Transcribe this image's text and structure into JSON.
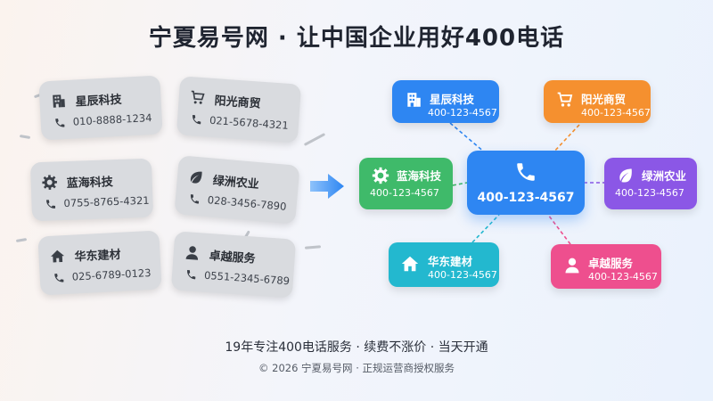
{
  "title": "宁夏易号网 · 让中国企业用好400电话",
  "left_cards": [
    {
      "name": "星辰科技",
      "phone": "010-8888-1234",
      "icon": "building-icon"
    },
    {
      "name": "阳光商贸",
      "phone": "021-5678-4321",
      "icon": "cart-icon"
    },
    {
      "name": "蓝海科技",
      "phone": "0755-8765-4321",
      "icon": "gear-icon"
    },
    {
      "name": "绿洲农业",
      "phone": "028-3456-7890",
      "icon": "leaf-icon"
    },
    {
      "name": "华东建材",
      "phone": "025-6789-0123",
      "icon": "house-icon"
    },
    {
      "name": "卓越服务",
      "phone": "0551-2345-6789",
      "icon": "person-icon"
    }
  ],
  "hub": {
    "phone": "400-123-4567",
    "icon": "phone-icon",
    "color": "#2e86f2"
  },
  "right_cards": [
    {
      "name": "星辰科技",
      "phone": "400-123-4567",
      "icon": "building-icon",
      "color": "#2e86f2"
    },
    {
      "name": "阳光商贸",
      "phone": "400-123-4567",
      "icon": "cart-icon",
      "color": "#f5902f"
    },
    {
      "name": "蓝海科技",
      "phone": "400-123-4567",
      "icon": "gear-icon",
      "color": "#3fba6a"
    },
    {
      "name": "绿洲农业",
      "phone": "400-123-4567",
      "icon": "leaf-icon",
      "color": "#8b57e6"
    },
    {
      "name": "华东建材",
      "phone": "400-123-4567",
      "icon": "house-icon",
      "color": "#23b8cf"
    },
    {
      "name": "卓越服务",
      "phone": "400-123-4567",
      "icon": "person-icon",
      "color": "#ee4f8e"
    }
  ],
  "slogan": "19年专注400电话服务 · 续费不涨价 · 当天开通",
  "copyright": "© 2026 宁夏易号网 · 正规运营商授权服务"
}
